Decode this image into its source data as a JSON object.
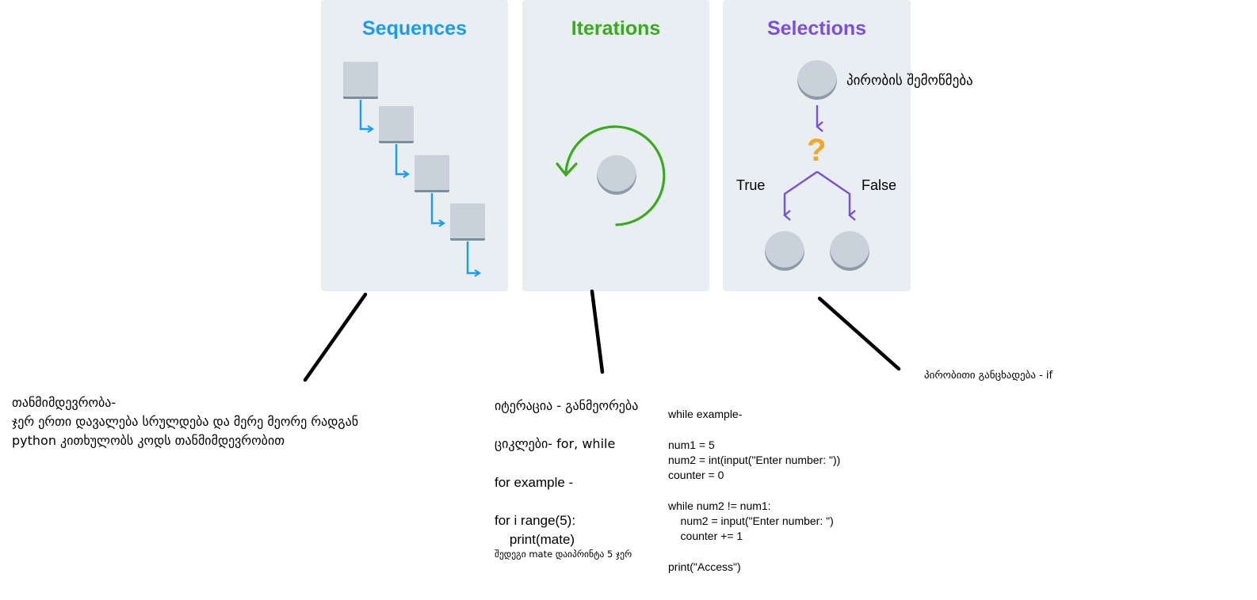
{
  "panels": {
    "sequences": {
      "title": "Sequences",
      "color": "#1b9cf2"
    },
    "iterations": {
      "title": "Iterations",
      "color": "#3aaa1f"
    },
    "selections": {
      "title": "Selections",
      "color": "#7b4fd9",
      "check_label": "პირობის შემოწმება",
      "question": "?",
      "true_label": "True",
      "false_label": "False"
    }
  },
  "notes": {
    "sequence": {
      "line1": "თანმიმდევრობა-",
      "line2": "ჯერ ერთი დავალება სრულდება და მერე მეორე რადგან",
      "line3": "python კითხულობს კოდს თანმიმდევრობით"
    },
    "iteration": {
      "line1": "იტერაცია - განმეორება",
      "line2": "ციკლები- for, while",
      "line3": "for example -",
      "code1": "for i range(5):",
      "code2": "    print(mate)",
      "note": "შედეგი mate დაიპრინტა 5 ჯერ"
    },
    "while_example": {
      "title": "while example-",
      "l1": "num1 = 5",
      "l2": "num2 = int(input(\"Enter number: \"))",
      "l3": "counter = 0",
      "l4": "while num2 != num1:",
      "l5": "    num2 = input(\"Enter number: \")",
      "l6": "    counter += 1",
      "l7": "print(\"Access\")"
    },
    "selection": {
      "line1": "პირობითი განცხადება - if"
    }
  },
  "icons": [
    "sequence-steps-icon",
    "loop-arrow-icon",
    "decision-branch-icon"
  ]
}
